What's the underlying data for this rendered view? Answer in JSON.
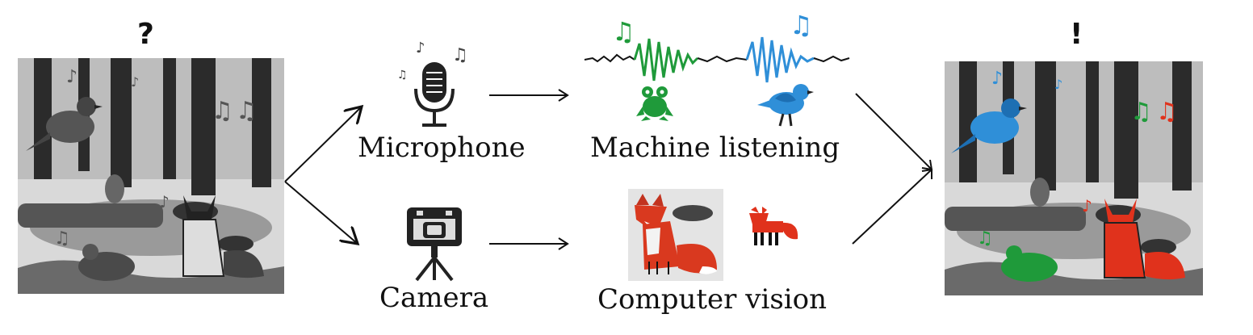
{
  "left_panel": {
    "mark": "?"
  },
  "right_panel": {
    "mark": "!"
  },
  "sensors": {
    "microphone": {
      "label": "Microphone",
      "icon": "microphone-icon"
    },
    "camera": {
      "label": "Camera",
      "icon": "camera-icon"
    }
  },
  "methods": {
    "listening": {
      "label": "Machine  listening",
      "icons": [
        "frog-icon",
        "bird-icon"
      ]
    },
    "vision": {
      "label": "Computer  vision",
      "icons": [
        "fox-photo",
        "fox-icon"
      ]
    }
  },
  "colors": {
    "frog_green": "#1f9a3a",
    "bird_blue": "#2f8fd8",
    "fox_red": "#e0321c",
    "ink": "#111111"
  }
}
